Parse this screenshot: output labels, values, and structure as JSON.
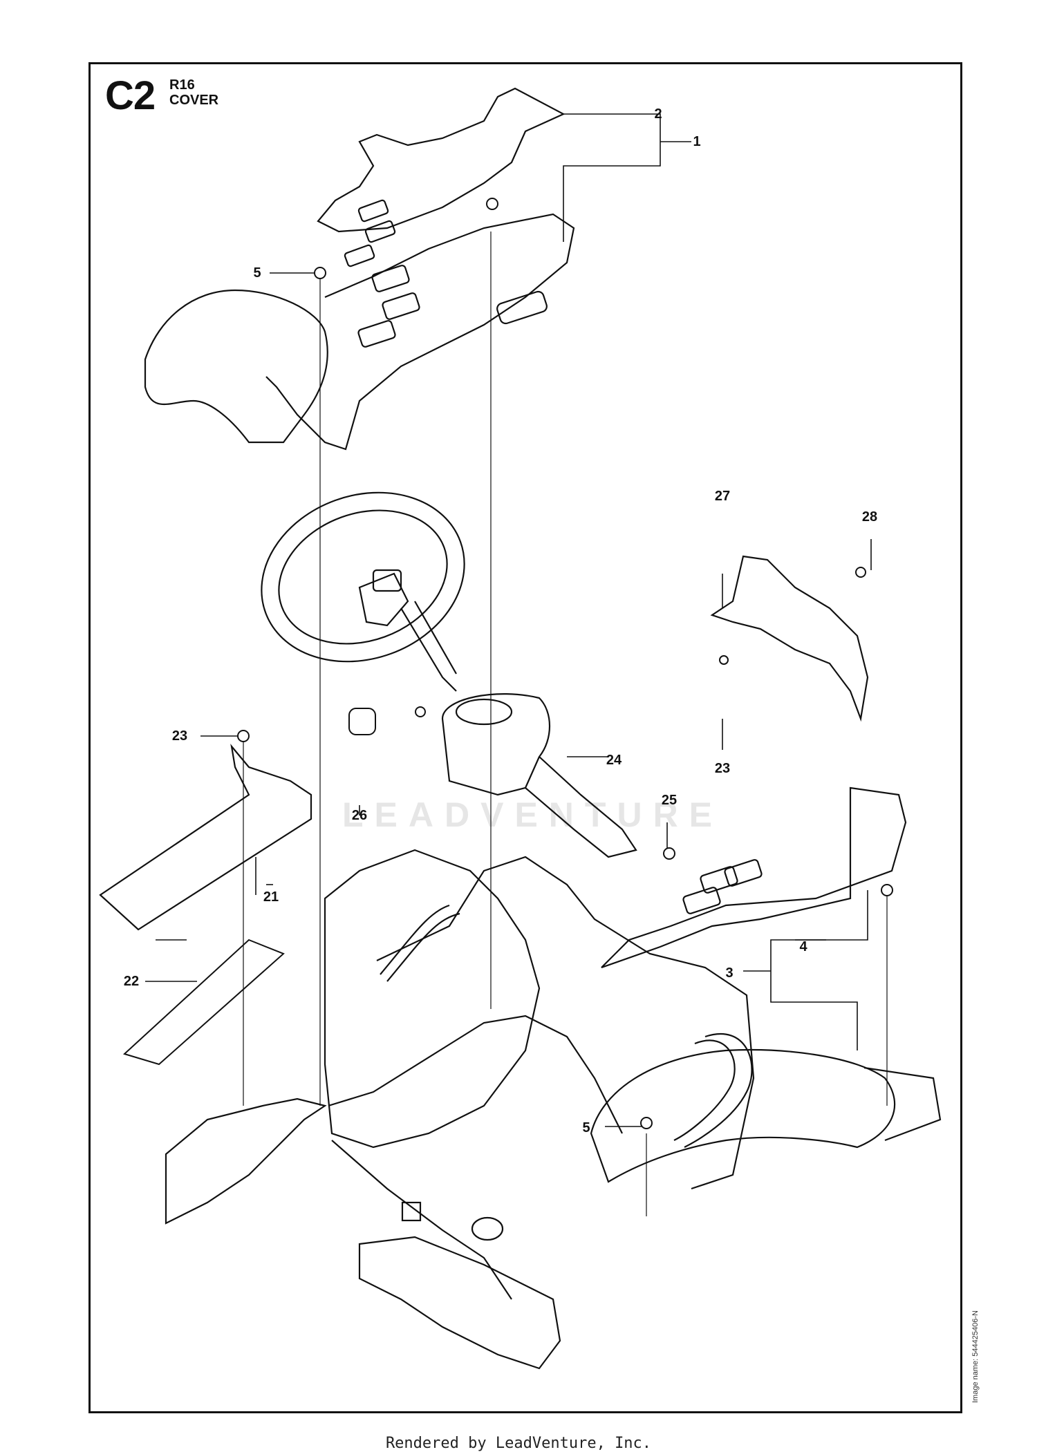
{
  "header": {
    "code": "C2",
    "model": "R16",
    "section": "COVER"
  },
  "callouts": [
    {
      "id": "c1",
      "label": "1"
    },
    {
      "id": "c2",
      "label": "2"
    },
    {
      "id": "c3",
      "label": "3"
    },
    {
      "id": "c4",
      "label": "4"
    },
    {
      "id": "c5a",
      "label": "5"
    },
    {
      "id": "c5b",
      "label": "5"
    },
    {
      "id": "c21",
      "label": "21"
    },
    {
      "id": "c22",
      "label": "22"
    },
    {
      "id": "c23a",
      "label": "23"
    },
    {
      "id": "c23b",
      "label": "23"
    },
    {
      "id": "c24",
      "label": "24"
    },
    {
      "id": "c25",
      "label": "25"
    },
    {
      "id": "c26",
      "label": "26"
    },
    {
      "id": "c27",
      "label": "27"
    },
    {
      "id": "c28",
      "label": "28"
    }
  ],
  "watermark": "LEADVENTURE",
  "image_name": "Image name: 544425406-N",
  "footer": "Rendered by LeadVenture, Inc."
}
